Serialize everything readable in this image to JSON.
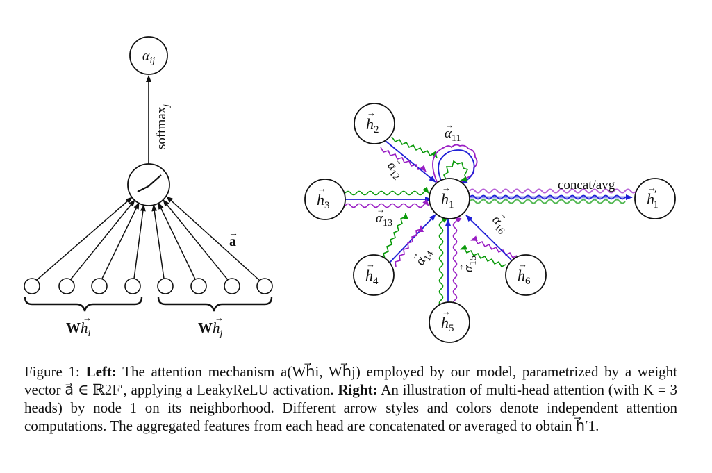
{
  "figure": {
    "left": {
      "output_node": "αij",
      "softmax_label": "softmaxj",
      "vector_label": "a",
      "input_group_i": "Wh⃗i",
      "input_group_j": "Wh⃗j"
    },
    "right": {
      "nodes": {
        "h1": "h⃗1",
        "h2": "h⃗2",
        "h3": "h⃗3",
        "h4": "h⃗4",
        "h5": "h⃗5",
        "h6": "h⃗6",
        "h1_prime": "h⃗′1"
      },
      "edge_labels": {
        "a11": "α⃗11",
        "a12": "α⃗12",
        "a13": "α⃗13",
        "a14": "α⃗14",
        "a15": "α⃗15",
        "a16": "α⃗16"
      },
      "output_label": "concat/avg",
      "head_colors": {
        "blue": "#1f1fd6",
        "green": "#0a9a0a",
        "purple": "#9a1fc4"
      }
    }
  },
  "caption": {
    "fig_no": "Figure 1:",
    "left_label": "Left:",
    "text1": "The attention mechanism a(Wh⃗i, Wh⃗j) employed by our model, parametrized by a weight vector a⃗ ∈ ℝ2F′, applying a LeakyReLU activation.",
    "right_label": "Right:",
    "text2": "An illustration of multi-head attention (with K = 3 heads) by node 1 on its neighborhood. Different arrow styles and colors denote independent attention computations. The aggregated features from each head are concatenated or averaged to obtain h⃗′1."
  }
}
